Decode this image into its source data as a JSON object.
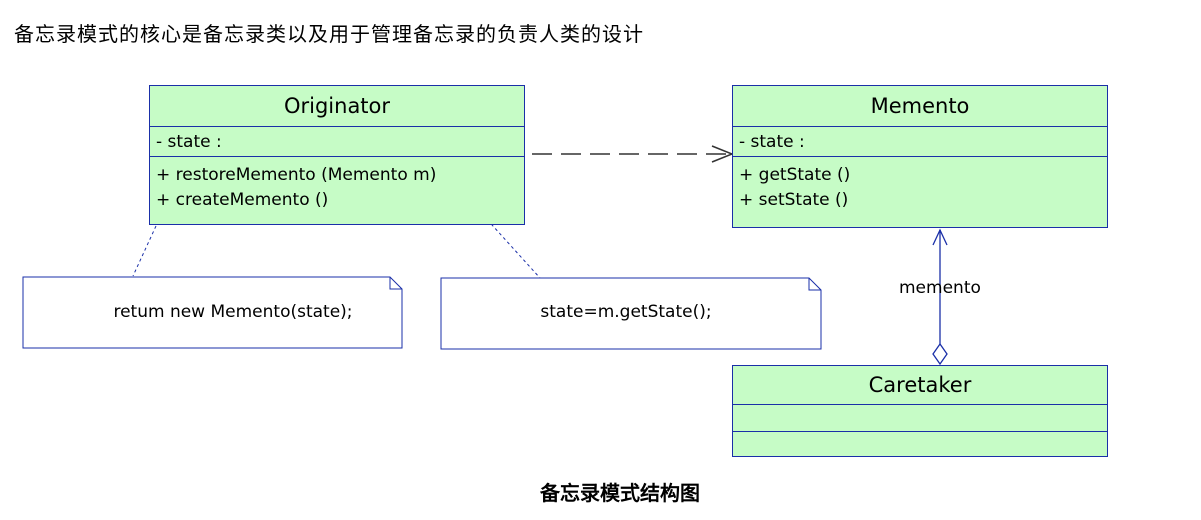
{
  "heading": "备忘录模式的核心是备忘录类以及用于管理备忘录的负责人类的设计",
  "originator": {
    "name": "Originator",
    "attributes": [
      "- state :"
    ],
    "operations": [
      "+ restoreMemento (Memento m)",
      "+ createMemento ()"
    ]
  },
  "memento": {
    "name": "Memento",
    "attributes": [
      "- state :"
    ],
    "operations": [
      "+ getState ()",
      "+ setState ()"
    ]
  },
  "caretaker": {
    "name": "Caretaker"
  },
  "notes": {
    "create": "retum new Memento(state);",
    "restore": "state=m.getState();"
  },
  "association_label": "memento",
  "caption": "备忘录模式结构图",
  "colors": {
    "class_fill": "#c6fcc6",
    "class_border": "#1a2fa8",
    "note_border": "#1a2fa8"
  }
}
